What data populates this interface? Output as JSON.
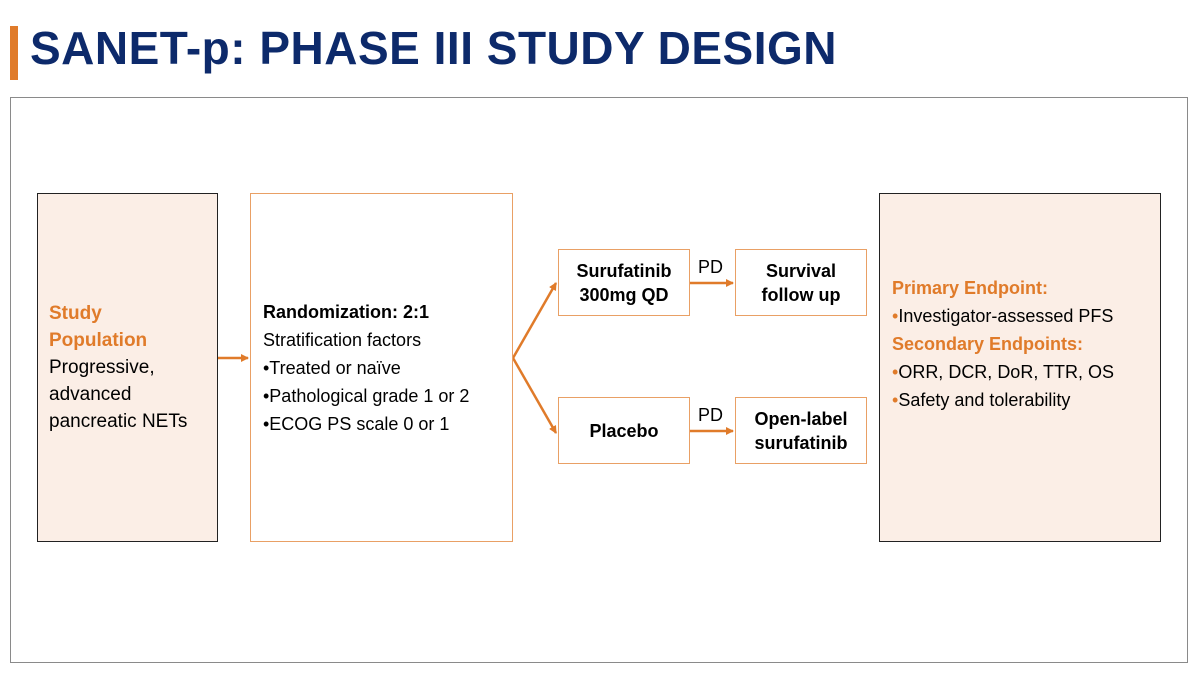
{
  "title": "SANET-p: PHASE III STUDY DESIGN",
  "colors": {
    "title": "#0d2a6b",
    "accent": "#e07b2a",
    "box_fill": "#fbeee6",
    "box_border_light": "#e9a065"
  },
  "population": {
    "heading_line1": "Study",
    "heading_line2": "Population",
    "lines": [
      "Progressive,",
      "advanced",
      "pancreatic NETs"
    ]
  },
  "randomization": {
    "heading": "Randomization: 2:1",
    "subheading": "Stratification factors",
    "items": [
      "•Treated or naïve",
      "•Pathological grade 1 or 2",
      "•ECOG PS scale 0 or 1"
    ]
  },
  "arms": {
    "arm1_line1": "Surufatinib",
    "arm1_line2": "300mg QD",
    "arm1_next_line1": "Survival",
    "arm1_next_line2": "follow up",
    "arm2": "Placebo",
    "arm2_next_line1": "Open-label",
    "arm2_next_line2": "surufatinib",
    "transition_label_1": "PD",
    "transition_label_2": "PD"
  },
  "endpoints": {
    "primary_heading": "Primary Endpoint:",
    "primary_items": [
      "Investigator-assessed PFS"
    ],
    "secondary_heading": "Secondary Endpoints:",
    "secondary_items": [
      "ORR, DCR, DoR, TTR, OS",
      "Safety and tolerability"
    ],
    "bullet": "•"
  }
}
